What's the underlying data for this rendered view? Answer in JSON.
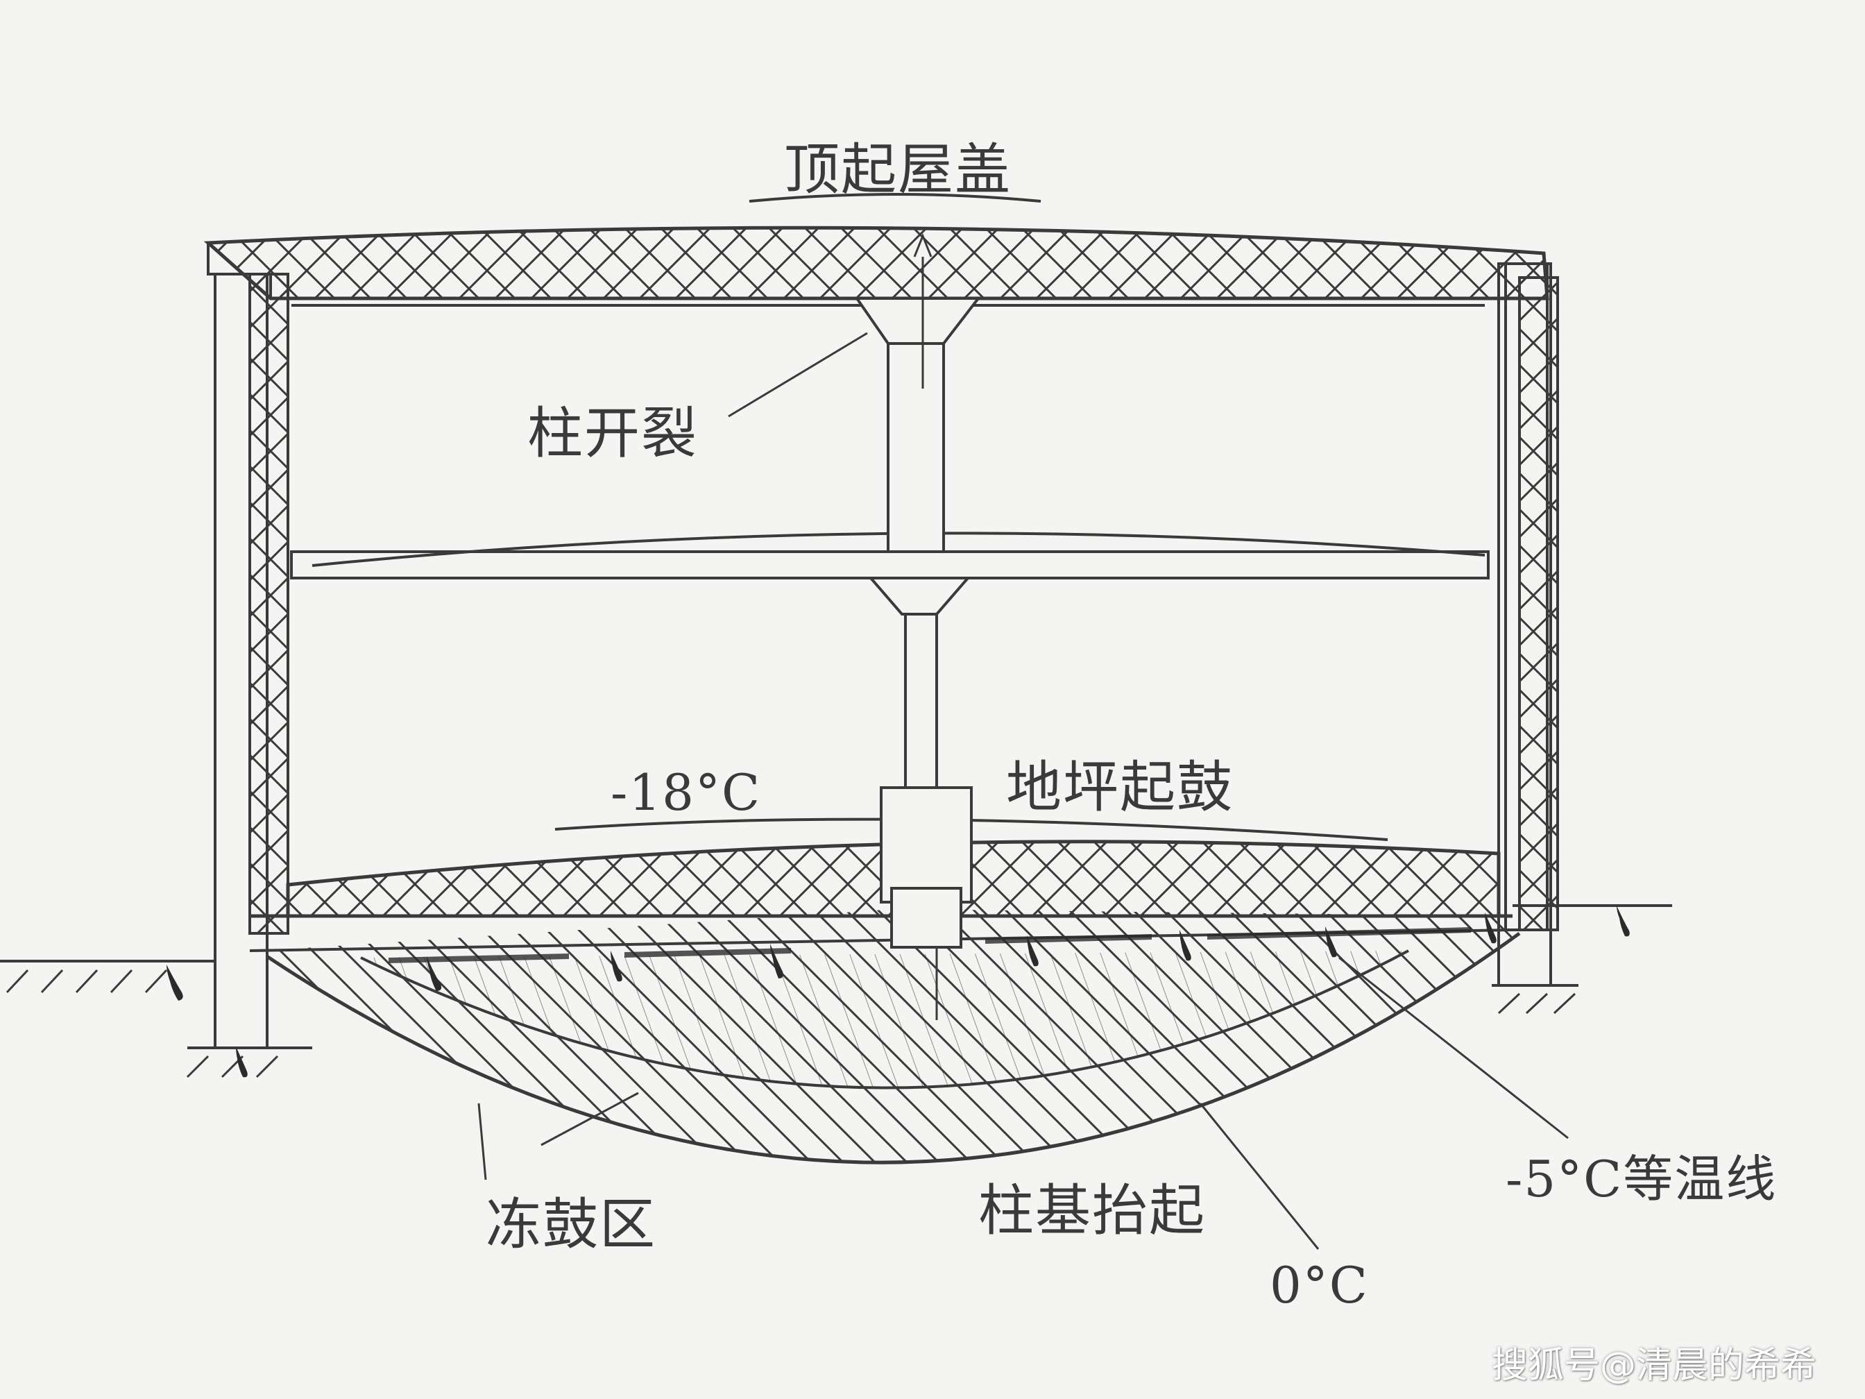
{
  "labels": {
    "roof": "顶起屋盖",
    "column_crack": "柱开裂",
    "floor_heave": "地坪起鼓",
    "interior_temp": "-18°C",
    "frost_zone": "冻鼓区",
    "column_base_lift": "柱基抬起",
    "isotherm_minus5": "-5°C等温线",
    "isotherm_zero": "0°C"
  },
  "watermark": "搜狐号@清晨的希希",
  "colors": {
    "line": "#3a3a3a",
    "background": "#f4f4f2",
    "ice": "#2b2b2b"
  }
}
